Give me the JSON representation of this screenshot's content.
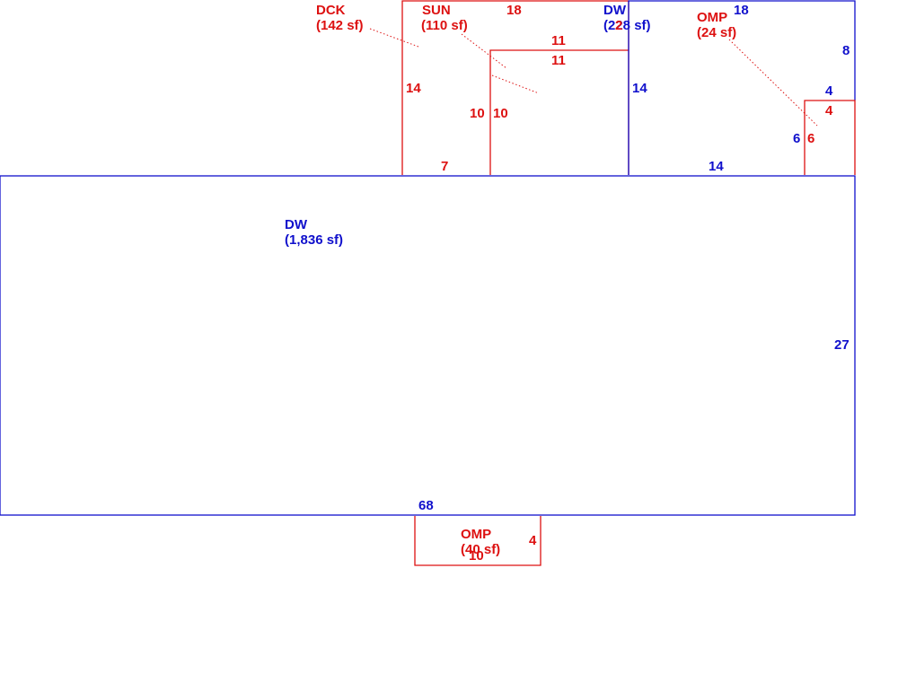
{
  "colors": {
    "red": "#dd1111",
    "blue": "#1010cc"
  },
  "areas": {
    "dck": {
      "name": "DCK",
      "size": "(142 sf)"
    },
    "sun": {
      "name": "SUN",
      "size": "(110 sf)"
    },
    "dw_small": {
      "name": "DW",
      "size": "(228 sf)"
    },
    "omp_top": {
      "name": "OMP",
      "size": "(24 sf)"
    },
    "dw_main": {
      "name": "DW",
      "size": "(1,836 sf)"
    },
    "omp_bottom": {
      "name": "OMP",
      "size": "(40 sf)"
    }
  },
  "dimensions": {
    "top_18_red": "18",
    "top_18_blue": "18",
    "sun_top_11_outer": "11",
    "sun_top_11_inner": "11",
    "dck_left_14": "14",
    "sun_left_10_a": "10",
    "sun_left_10_b": "10",
    "dck_bottom_7": "7",
    "dw_small_14_left": "14",
    "dw_small_2": "2",
    "dw_small_right_8": "8",
    "omp_top_4_blue": "4",
    "omp_top_4_red": "4",
    "omp_top_6_blue": "6",
    "omp_top_6_red": "6",
    "dw_small_bottom_14": "14",
    "dw_main_right_27": "27",
    "dw_main_bottom_68": "68",
    "omp_bottom_4": "4",
    "omp_bottom_10": "10"
  }
}
